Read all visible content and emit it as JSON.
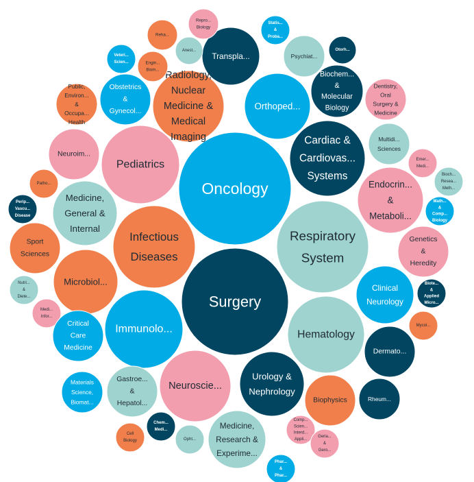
{
  "chart_data": {
    "type": "bubble",
    "title": "",
    "palette": {
      "navy": "#014560",
      "blue": "#00ABE6",
      "teal": "#9ED3CF",
      "pink": "#F29EAF",
      "orange": "#F07F4B"
    },
    "bubbles": [
      {
        "label": [
          "Oncology"
        ],
        "color": "blue"
      },
      {
        "label": [
          "Surgery"
        ],
        "color": "navy"
      },
      {
        "label": [
          "Transpla..."
        ],
        "color": "navy"
      },
      {
        "label": [
          "Radiology,",
          "Nuclear",
          "Medicine &",
          "Medical",
          "Imaging"
        ],
        "color": "orange"
      },
      {
        "label": [
          "Orthoped..."
        ],
        "color": "blue"
      },
      {
        "label": [
          "Biochem...",
          "&",
          "Molecular",
          "Biology"
        ],
        "color": "navy"
      },
      {
        "label": [
          "Cardiac &",
          "Cardiovas...",
          "Systems"
        ],
        "color": "navy"
      },
      {
        "label": [
          "Pediatrics"
        ],
        "color": "pink"
      },
      {
        "label": [
          "Neuroim..."
        ],
        "color": "pink"
      },
      {
        "label": [
          "Public,",
          "Environ...",
          "&",
          "Occupa...",
          "Health"
        ],
        "color": "orange"
      },
      {
        "label": [
          "Obstetrics",
          "&",
          "Gynecol..."
        ],
        "color": "blue"
      },
      {
        "label": [
          "Veteri...",
          "Scien..."
        ],
        "color": "blue"
      },
      {
        "label": [
          "Engin...",
          "Biom..."
        ],
        "color": "orange"
      },
      {
        "label": [
          "Reha..."
        ],
        "color": "orange"
      },
      {
        "label": [
          "Repro...",
          "Biology"
        ],
        "color": "pink"
      },
      {
        "label": [
          "Anest..."
        ],
        "color": "teal"
      },
      {
        "label": [
          "Statis...",
          "&",
          "Proba..."
        ],
        "color": "blue"
      },
      {
        "label": [
          "Psychiat..."
        ],
        "color": "teal"
      },
      {
        "label": [
          "Otorh..."
        ],
        "color": "navy"
      },
      {
        "label": [
          "Dentistry,",
          "Oral",
          "Surgery &",
          "Medicine"
        ],
        "color": "pink"
      },
      {
        "label": [
          "Multidi...",
          "Sciences"
        ],
        "color": "teal"
      },
      {
        "label": [
          "Emer...",
          "Medi..."
        ],
        "color": "pink"
      },
      {
        "label": [
          "Bioch...",
          "Resea...",
          "Meth..."
        ],
        "color": "teal"
      },
      {
        "label": [
          "Endocrin...",
          "&",
          "Metaboli..."
        ],
        "color": "pink"
      },
      {
        "label": [
          "Math...",
          "&",
          "Comp...",
          "Biology"
        ],
        "color": "blue"
      },
      {
        "label": [
          "Genetics",
          "&",
          "Heredity"
        ],
        "color": "pink"
      },
      {
        "label": [
          "Respiratory",
          "System"
        ],
        "color": "teal"
      },
      {
        "label": [
          "Clinical",
          "Neurology"
        ],
        "color": "blue"
      },
      {
        "label": [
          "Biote...",
          "&",
          "Applied",
          "Micro..."
        ],
        "color": "navy"
      },
      {
        "label": [
          "Mycol..."
        ],
        "color": "orange"
      },
      {
        "label": [
          "Hematology"
        ],
        "color": "teal"
      },
      {
        "label": [
          "Dermato..."
        ],
        "color": "navy"
      },
      {
        "label": [
          "Rheum..."
        ],
        "color": "navy"
      },
      {
        "label": [
          "Biophysics"
        ],
        "color": "orange"
      },
      {
        "label": [
          "Urology &",
          "Nephrology"
        ],
        "color": "navy"
      },
      {
        "label": [
          "Medicine,",
          "General &",
          "Internal"
        ],
        "color": "teal"
      },
      {
        "label": [
          "Patho..."
        ],
        "color": "orange"
      },
      {
        "label": [
          "Perip...",
          "Vascu...",
          "Disease"
        ],
        "color": "navy"
      },
      {
        "label": [
          "Infectious",
          "Diseases"
        ],
        "color": "orange"
      },
      {
        "label": [
          "Sport",
          "Sciences"
        ],
        "color": "orange"
      },
      {
        "label": [
          "Microbiol..."
        ],
        "color": "orange"
      },
      {
        "label": [
          "Nutri...",
          "&",
          "Diete..."
        ],
        "color": "teal"
      },
      {
        "label": [
          "Medi...",
          "Infor..."
        ],
        "color": "pink"
      },
      {
        "label": [
          "Immunolo..."
        ],
        "color": "blue"
      },
      {
        "label": [
          "Critical",
          "Care",
          "Medicine"
        ],
        "color": "blue"
      },
      {
        "label": [
          "Materials",
          "Science,",
          "Biomat..."
        ],
        "color": "blue"
      },
      {
        "label": [
          "Gastroe...",
          "&",
          "Hepatol..."
        ],
        "color": "teal"
      },
      {
        "label": [
          "Neuroscie..."
        ],
        "color": "pink"
      },
      {
        "label": [
          "Cell",
          "Biology"
        ],
        "color": "orange"
      },
      {
        "label": [
          "Chem...",
          "Medi..."
        ],
        "color": "navy"
      },
      {
        "label": [
          "Opht..."
        ],
        "color": "teal"
      },
      {
        "label": [
          "Medicine,",
          "Research &",
          "Experime..."
        ],
        "color": "teal"
      },
      {
        "label": [
          "Comp...",
          "Scien...",
          "Interd...",
          "Appli..."
        ],
        "color": "pink"
      },
      {
        "label": [
          "Phar...",
          "&",
          "Phar..."
        ],
        "color": "blue"
      },
      {
        "label": [
          "Geria...",
          "&",
          "Gero..."
        ],
        "color": "pink"
      }
    ]
  }
}
